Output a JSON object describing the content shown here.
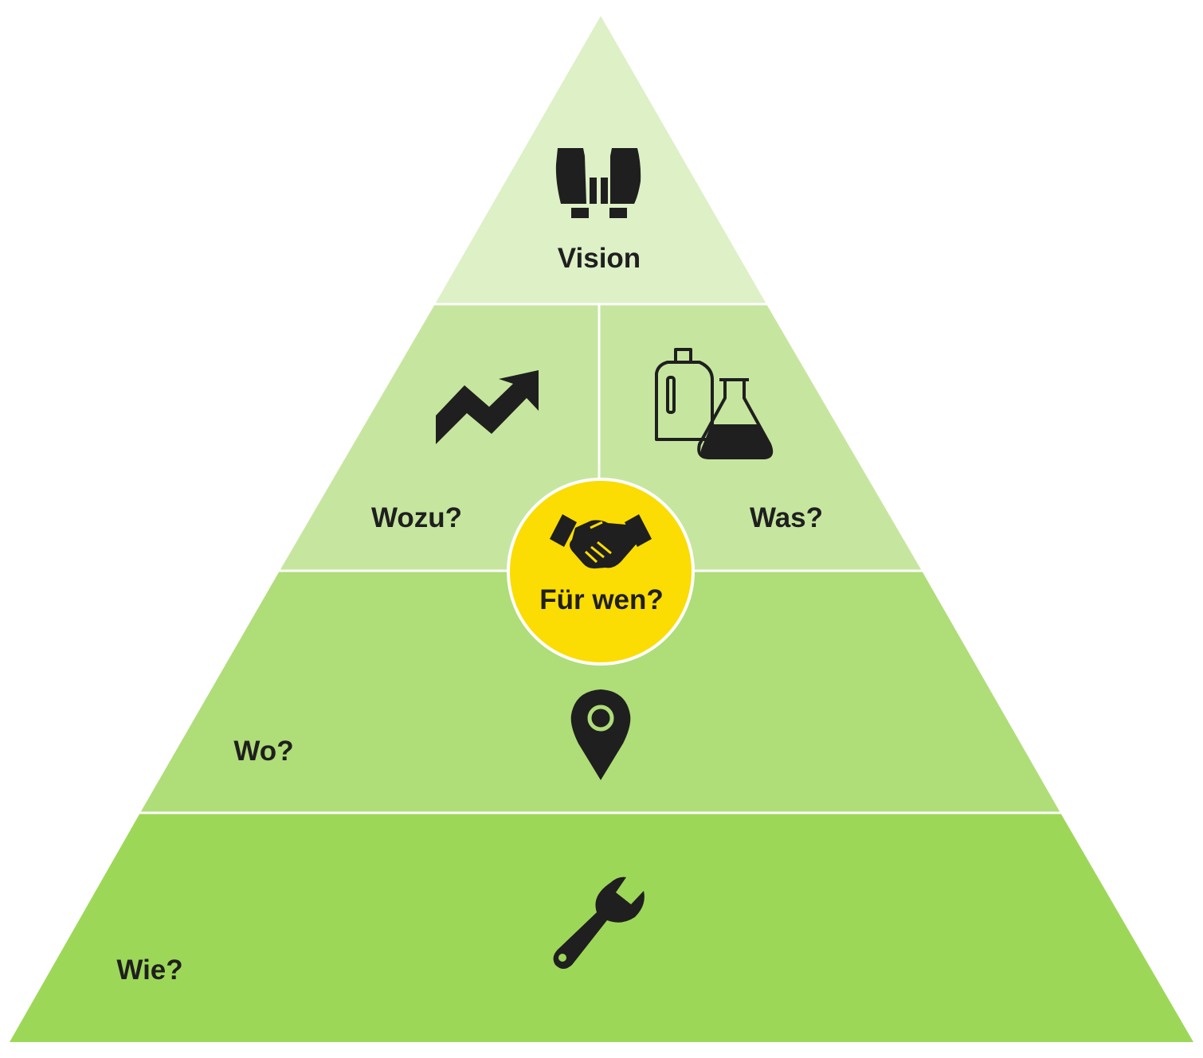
{
  "colors": {
    "tier_top": "#ddf0c6",
    "tier_upper": "#c6e69f",
    "tier_middle": "#afdd78",
    "tier_bottom": "#9dd758",
    "center_badge": "#fbdc03",
    "divider": "#ffffff",
    "ink": "#1f1f1f"
  },
  "labels": {
    "vision": "Vision",
    "wozu": "Wozu?",
    "was": "Was?",
    "fuer_wen": "Für wen?",
    "wo": "Wo?",
    "wie": "Wie?"
  },
  "icons": {
    "vision": "binoculars-icon",
    "wozu": "trend-arrow-icon",
    "was": "bottle-flask-icon",
    "fuer_wen": "handshake-icon",
    "wo": "map-pin-icon",
    "wie": "wrench-icon"
  }
}
